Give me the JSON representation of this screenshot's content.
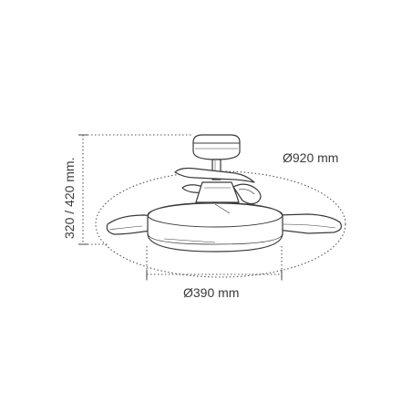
{
  "dimensions": {
    "height": "320 / 420 mm.",
    "span_diameter": "Ø920 mm",
    "body_diameter": "Ø390 mm"
  },
  "colors": {
    "line": "#3a3a3a",
    "dotted": "#555555",
    "fill": "#ffffff"
  }
}
